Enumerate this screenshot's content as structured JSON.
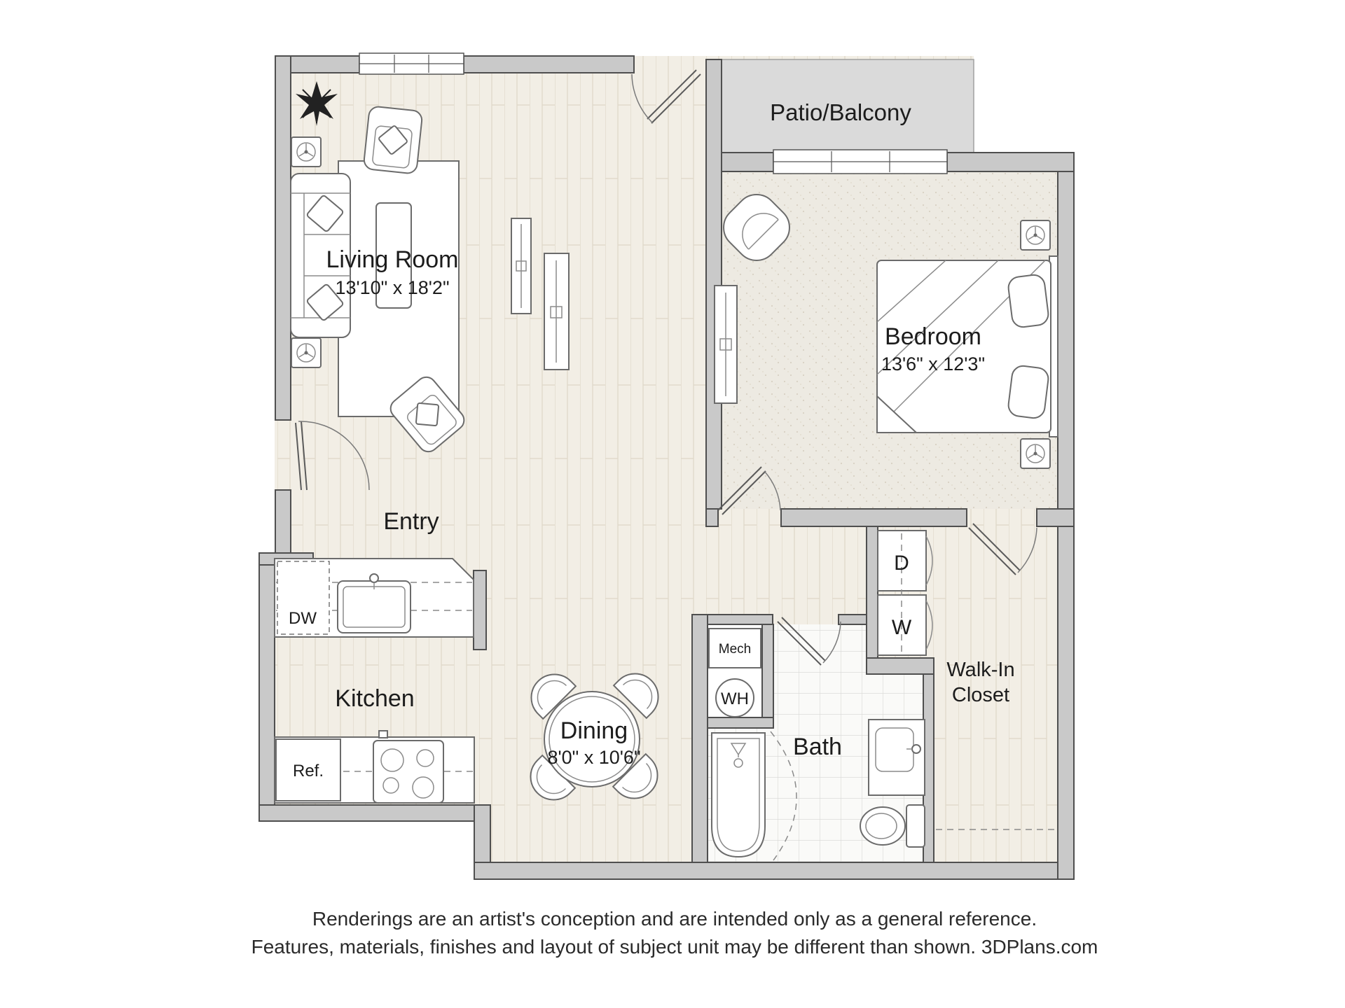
{
  "page": {
    "background": "#ffffff"
  },
  "colors": {
    "wall": "#c9c9c9",
    "wall_outline": "#4f4f4f",
    "patio_slab": "#dadada",
    "wood_floor": "#f2eee5",
    "carpet": "#edeae2",
    "tile": "#fafaf8",
    "label_text": "#1c1c1c"
  },
  "rooms": {
    "living": {
      "label": "Living Room",
      "dims": "13'10\" x 18'2\""
    },
    "bedroom": {
      "label": "Bedroom",
      "dims": "13'6\" x 12'3\""
    },
    "dining": {
      "label": "Dining",
      "dims": "8'0\" x 10'6\""
    },
    "kitchen": {
      "label": "Kitchen"
    },
    "entry": {
      "label": "Entry"
    },
    "bath": {
      "label": "Bath"
    },
    "patio": {
      "label": "Patio/Balcony"
    },
    "closet": {
      "line1": "Walk-In",
      "line2": "Closet"
    }
  },
  "appliances": {
    "dishwasher": "DW",
    "refrigerator": "Ref.",
    "mechanical": "Mech",
    "water_heater": "WH",
    "dryer": "D",
    "washer": "W"
  },
  "footer": {
    "line1": "Renderings are an artist's conception and are intended only as a general reference.",
    "line2": "Features, materials, finishes and layout of subject unit may be different than shown. 3DPlans.com"
  }
}
